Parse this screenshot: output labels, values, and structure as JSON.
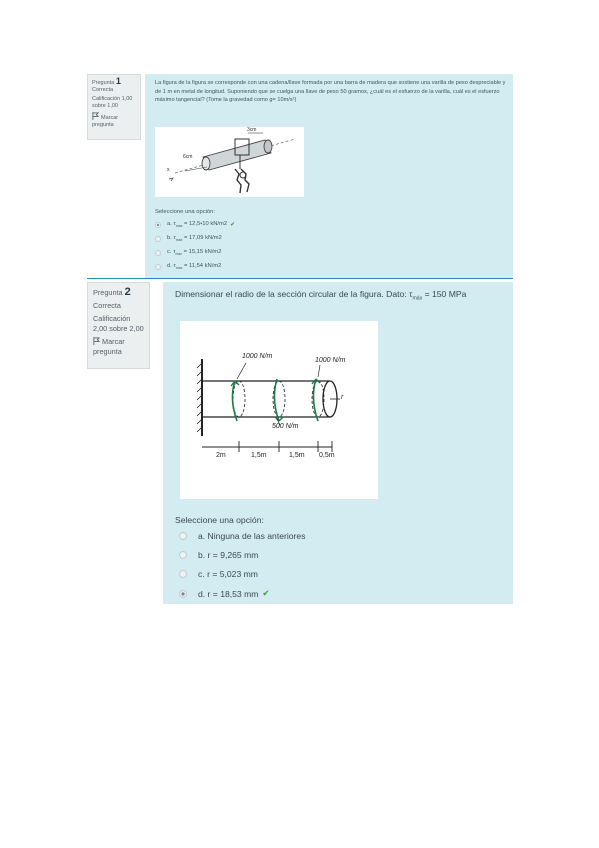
{
  "colors": {
    "panel_bg": "#d3ecf1",
    "info_bg": "#eceff0",
    "divider": "#2a8ab5",
    "correct_check": "#2f9e3a"
  },
  "q1": {
    "label": "Pregunta",
    "number": "1",
    "status": "Correcta",
    "grade": "Calificación 1,00 sobre 1,00",
    "flag": "Marcar pregunta",
    "text": "La figura de la figura se corresponde con una cadena/llave formada por una barra de madera que sostiene una varilla de peso despreciable y de 1 m en metal de longitud. Suponiendo que se cuelga una llave de peso 50 gramos, ¿cuál es el esfuerzo de la varilla, cuál es el esfuerzo máximo tangencial? (Tome la gravedad como g= 10m/s²)",
    "select_prompt": "Seleccione una opción:",
    "options": [
      {
        "letter": "a.",
        "var": "τ",
        "sub": "max",
        "rest": "= 12,5•10 kN/m2",
        "selected": true,
        "correct": true
      },
      {
        "letter": "b.",
        "var": "τ",
        "sub": "max",
        "rest": "= 17,09 kN/m2",
        "selected": false,
        "correct": false
      },
      {
        "letter": "c.",
        "var": "τ",
        "sub": "max",
        "rest": "= 15,15 kN/m2",
        "selected": false,
        "correct": false
      },
      {
        "letter": "d.",
        "var": "τ",
        "sub": "max",
        "rest": "= 11,54 kN/m2",
        "selected": false,
        "correct": false
      }
    ],
    "figure_labels": {
      "top": "3cm",
      "left": "6cm",
      "axis": "x"
    }
  },
  "q2": {
    "label": "Pregunta",
    "number": "2",
    "status": "Correcta",
    "grade": "Calificación 2,00 sobre 2,00",
    "flag": "Marcar pregunta",
    "text_before": "Dimensionar el radio de la sección circular de la figura. Dato: τ",
    "text_sub": "máx",
    "text_after": " = 150 MPa",
    "select_prompt": "Seleccione una opción:",
    "options": [
      {
        "text": "a. Ninguna de las anteriores",
        "selected": false,
        "correct": false
      },
      {
        "text": "b. r = 9,265 mm",
        "selected": false,
        "correct": false
      },
      {
        "text": "c. r = 5,023 mm",
        "selected": false,
        "correct": false
      },
      {
        "text": "d. r = 18,53 mm",
        "selected": true,
        "correct": true
      }
    ],
    "figure_labels": {
      "torque_left": "1000 N/m",
      "torque_right": "1000 N/m",
      "torque_mid": "500 N/m",
      "radius": "r",
      "dim1": "2m",
      "dim2": "1,5m",
      "dim3": "1,5m",
      "dim4": "0,5m"
    }
  },
  "check_mark": "✔"
}
